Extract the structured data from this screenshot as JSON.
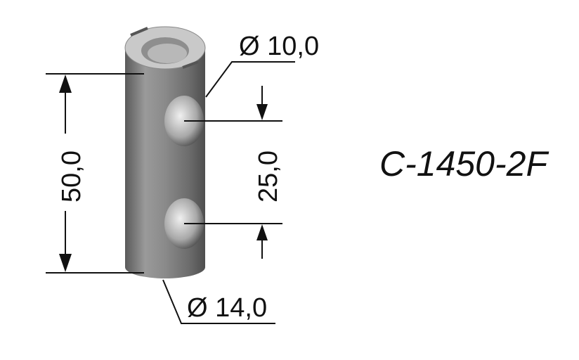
{
  "part_code": "C-1450-2F",
  "dimensions": {
    "inner_diameter": "Ø 10,0",
    "outer_diameter": "Ø 14,0",
    "length": "50,0",
    "hole_spacing": "25,0"
  },
  "colors": {
    "metal_light": "#d4d4d4",
    "metal_dark": "#5e5e5e",
    "line": "#111111"
  }
}
